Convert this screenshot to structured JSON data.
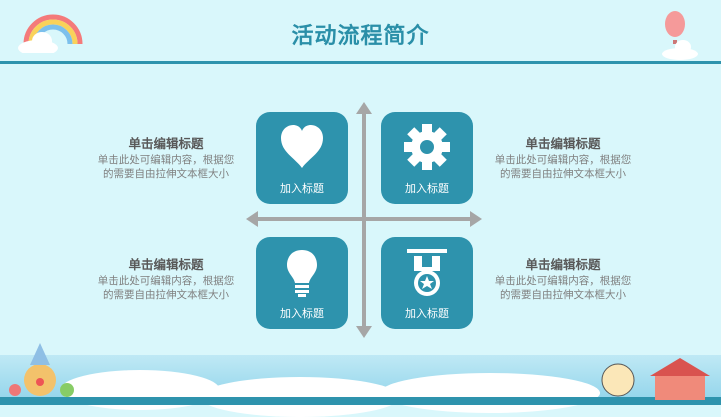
{
  "title": "活动流程简介",
  "boxes": [
    {
      "label": "加入标题",
      "icon": "heart-icon"
    },
    {
      "label": "加入标题",
      "icon": "gear-icon"
    },
    {
      "label": "加入标题",
      "icon": "lightbulb-icon"
    },
    {
      "label": "加入标题",
      "icon": "medal-icon"
    }
  ],
  "texts": [
    {
      "heading": "单击编辑标题",
      "line1": "单击此处可编辑内容，根据您",
      "line2": "的需要自由拉伸文本框大小"
    },
    {
      "heading": "单击编辑标题",
      "line1": "单击此处可编辑内容，根据您",
      "line2": "的需要自由拉伸文本框大小"
    },
    {
      "heading": "单击编辑标题",
      "line1": "单击此处可编辑内容，根据您",
      "line2": "的需要自由拉伸文本框大小"
    },
    {
      "heading": "单击编辑标题",
      "line1": "单击此处可编辑内容，根据您",
      "line2": "的需要自由拉伸文本框大小"
    }
  ],
  "colors": {
    "accent": "#2e93ad",
    "background": "#d9f7fb",
    "arrow": "#a6a6a6"
  }
}
